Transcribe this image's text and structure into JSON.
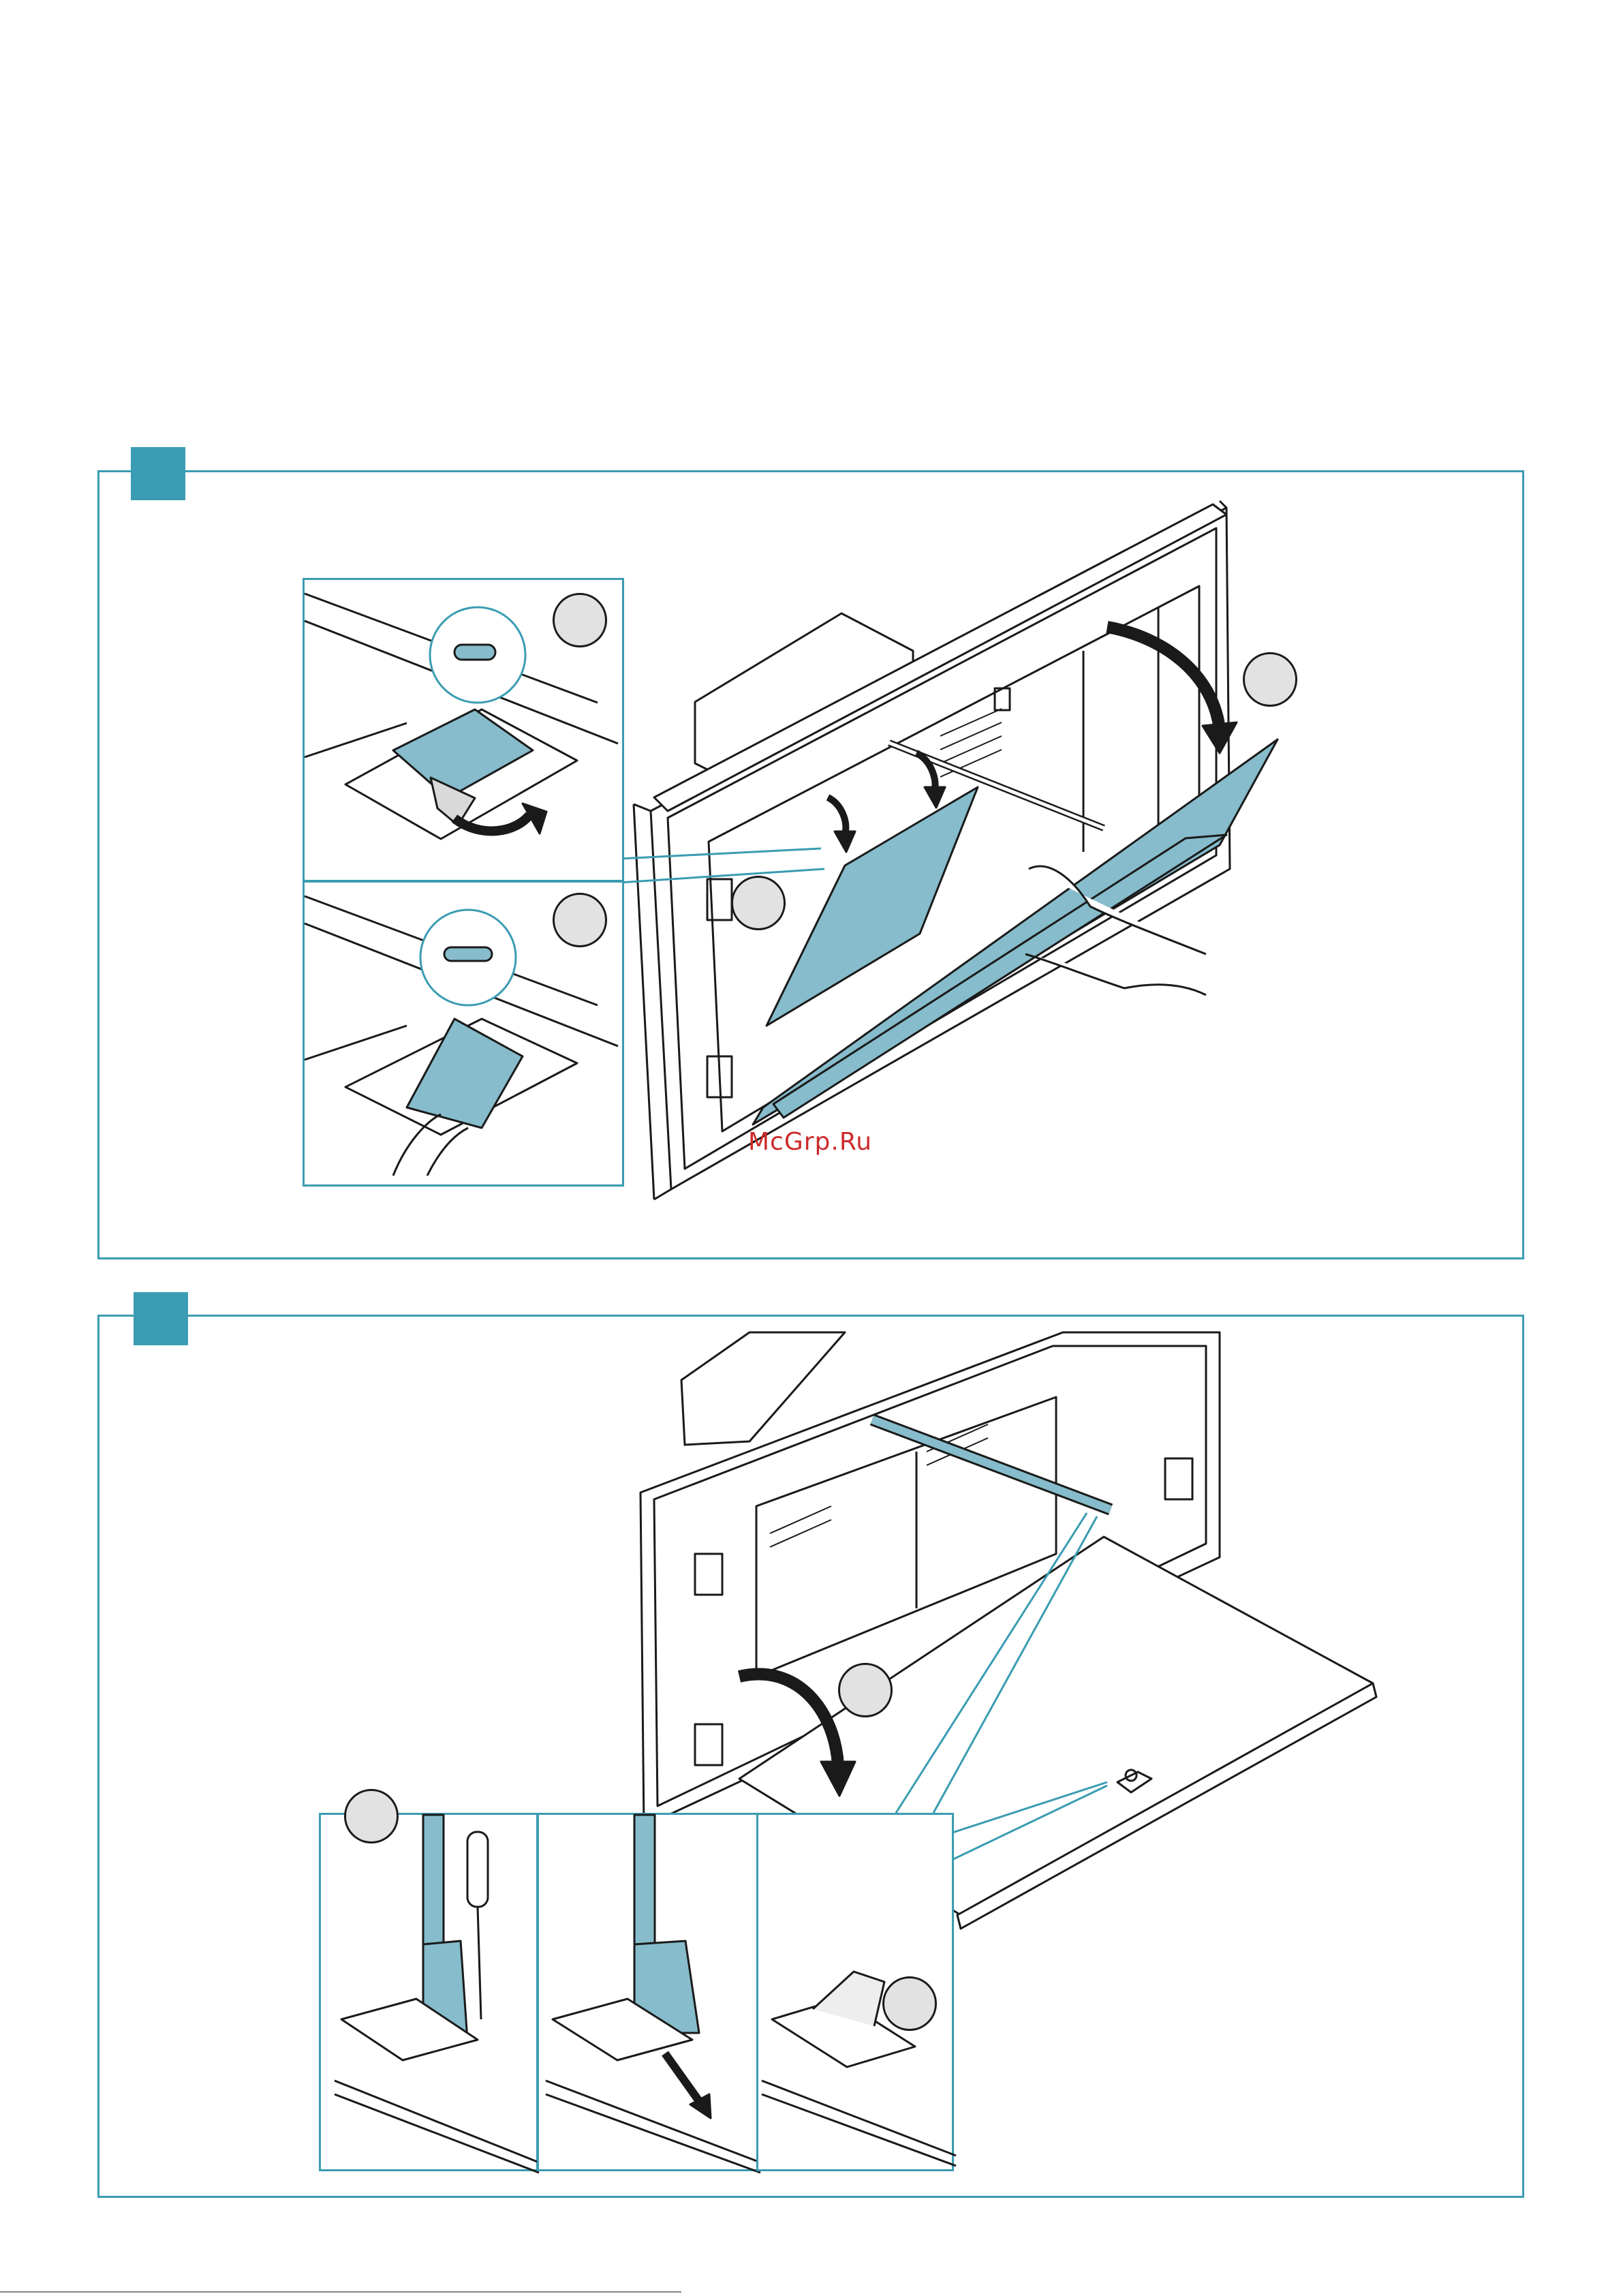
{
  "watermark": {
    "text": "McGrp.Ru"
  },
  "colors": {
    "accent": "#3a9cb2",
    "part_fill": "#86bccb",
    "line": "#1a1a1a",
    "marker_fill": "#e2e2e2"
  },
  "panels": [
    {
      "id": "top",
      "steps": 4
    },
    {
      "id": "bottom",
      "steps": 3
    }
  ]
}
